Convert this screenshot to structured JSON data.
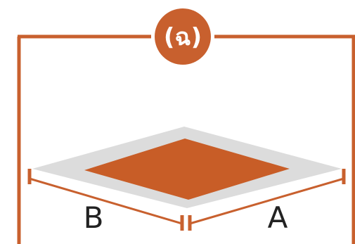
{
  "badge": {
    "label": "(ฉ)"
  },
  "dimensions": {
    "left_label": "B",
    "right_label": "A"
  },
  "colors": {
    "accent": "#C8602E",
    "plate_border": "#DCDCDC",
    "plate_inner": "#C85D27",
    "text": "#222222",
    "background": "#FFFFFF"
  }
}
